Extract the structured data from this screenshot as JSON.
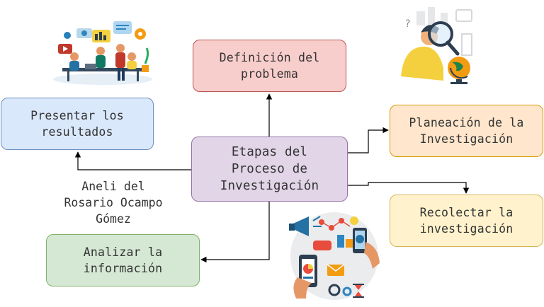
{
  "diagram": {
    "center": "Etapas del\nProceso de\nInvestigación",
    "definicion": "Definición del\nproblema",
    "presentar": "Presentar los\nresultados",
    "planeacion": "Planeación de la\nInvestigación",
    "recolectar": "Recolectar la\ninvestigación",
    "analizar": "Analizar la\ninformación",
    "author": "Aneli del\nRosario Ocampo\nGómez"
  },
  "colors": {
    "definicion": "#f8cecc",
    "presentar": "#dae8fc",
    "center": "#e1d5e7",
    "planeacion": "#ffe6cc",
    "recolectar": "#fff2cc",
    "analizar": "#d5e8d4",
    "connector": "#000000"
  },
  "illustrations": [
    "team-meeting-illustration",
    "magnifying-glass-globe-illustration",
    "digital-marketing-phones-illustration"
  ]
}
